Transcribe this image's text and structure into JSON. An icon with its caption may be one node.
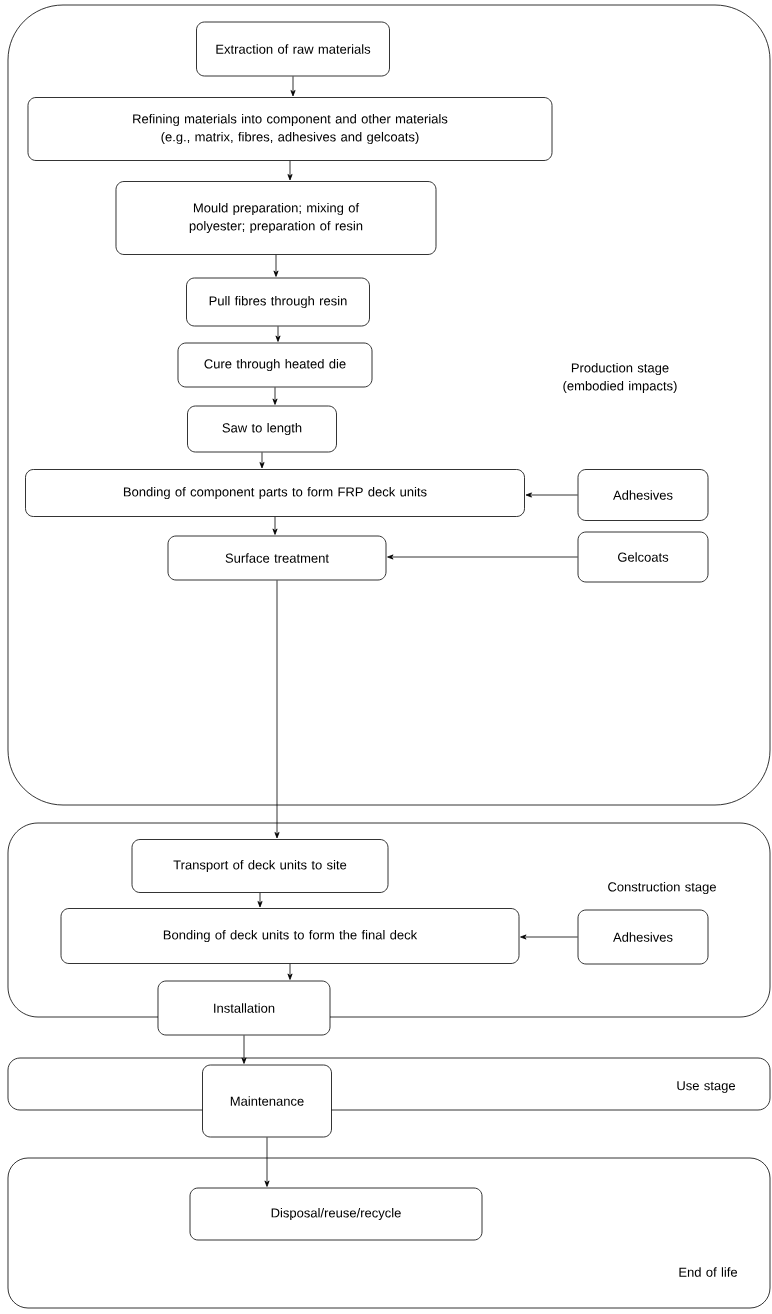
{
  "diagram": {
    "nodes": [
      {
        "text": [
          "Production stage (embodied impacts)"
        ]
      },
      {
        "text": [
          "Extraction of raw materials"
        ],
        "in": 0
      },
      {
        "text": [
          "Refining materials into component and other materials (e.g., matrix, fibres, adhesives and gelcoats)"
        ],
        "in": 0
      },
      {
        "text": [
          "Mould preparation; mixing of polyester; preparation of resin"
        ],
        "in": 0
      },
      {
        "text": [
          "Pull fibres through resin"
        ],
        "in": 0
      },
      {
        "text": [
          "Cure through heated die"
        ],
        "in": 0
      },
      {
        "text": [
          "Saw to length"
        ],
        "in": 0
      },
      {
        "text": [
          "Bonding of component parts to form FRP deck units"
        ],
        "in": 0
      },
      {
        "text": [
          "Adhesives"
        ],
        "in": 0
      },
      {
        "text": [
          "Surface treatment"
        ],
        "in": 0
      },
      {
        "text": [
          "Gelcoats"
        ],
        "in": 0
      },
      {
        "text": [
          "Construction stage"
        ]
      },
      {
        "text": [
          "Transport of deck units to site"
        ],
        "in": 11
      },
      {
        "text": [
          "Bonding of deck units to form the final deck"
        ],
        "in": 11
      },
      {
        "text": [
          "Adhesives"
        ],
        "in": 11
      },
      {
        "text": [
          "Installation"
        ]
      },
      {
        "text": [
          "Use stage"
        ]
      },
      {
        "text": [
          "Maintenance"
        ]
      },
      {
        "text": [
          "End of life"
        ]
      },
      {
        "text": [
          "Disposal/reuse/recycle"
        ],
        "in": 18
      }
    ],
    "edges": [
      {
        "from": 1,
        "to": 2,
        "arrow": "to"
      },
      {
        "from": 2,
        "to": 3,
        "arrow": "to"
      },
      {
        "from": 3,
        "to": 4,
        "arrow": "to"
      },
      {
        "from": 4,
        "to": 5,
        "arrow": "to"
      },
      {
        "from": 5,
        "to": 6,
        "arrow": "to"
      },
      {
        "from": 6,
        "to": 7,
        "arrow": "to"
      },
      {
        "from": 8,
        "to": 7,
        "arrow": "to"
      },
      {
        "from": 7,
        "to": 9,
        "arrow": "to"
      },
      {
        "from": 10,
        "to": 9,
        "arrow": "to"
      },
      {
        "from": 9,
        "to": 12,
        "arrow": "to"
      },
      {
        "from": 12,
        "to": 13,
        "arrow": "to"
      },
      {
        "from": 14,
        "to": 13,
        "arrow": "to"
      },
      {
        "from": 13,
        "to": 15,
        "arrow": "to"
      },
      {
        "from": 15,
        "to": 17,
        "arrow": "to"
      },
      {
        "from": 17,
        "to": 19,
        "arrow": "to"
      }
    ]
  }
}
